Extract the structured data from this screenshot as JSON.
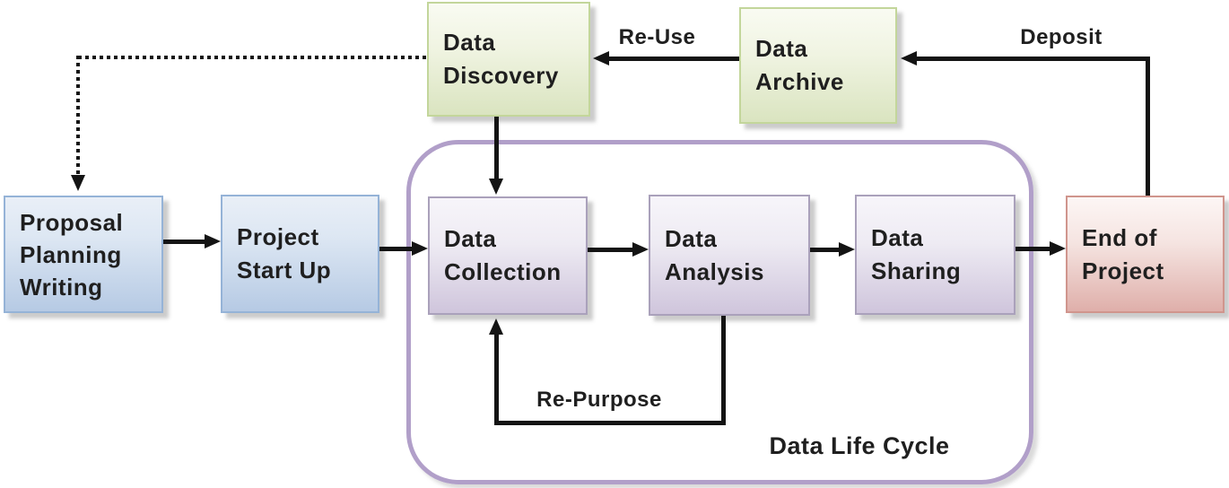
{
  "diagram": {
    "container_label": "Data Life Cycle",
    "nodes": {
      "proposal": {
        "line1": "Proposal",
        "line2": "Planning",
        "line3": "Writing"
      },
      "project_start_up": {
        "line1": "Project",
        "line2": "Start Up"
      },
      "data_collection": {
        "line1": "Data",
        "line2": "Collection"
      },
      "data_analysis": {
        "line1": "Data",
        "line2": "Analysis"
      },
      "data_sharing": {
        "line1": "Data",
        "line2": "Sharing"
      },
      "end_of_project": {
        "line1": "End of",
        "line2": "Project"
      },
      "data_discovery": {
        "line1": "Data",
        "line2": "Discovery"
      },
      "data_archive": {
        "line1": "Data",
        "line2": "Archive"
      }
    },
    "edge_labels": {
      "reuse": "Re-Use",
      "deposit": "Deposit",
      "repurpose": "Re-Purpose"
    },
    "colors": {
      "blue_node_top": "#e9eff7",
      "blue_node_bottom": "#b6cae4",
      "blue_node_border": "#95b3d7",
      "green_node_top": "#f9fbf2",
      "green_node_bottom": "#dae4c0",
      "green_node_border": "#c3d69b",
      "purple_node_top": "#f7f5fa",
      "purple_node_bottom": "#cfc5dc",
      "purple_node_border": "#aaa1bb",
      "pink_node_top": "#fdf6f5",
      "pink_node_bottom": "#dfafaa",
      "pink_node_border": "#d0958d",
      "cycle_border": "#b19fc9",
      "arrow": "#141414",
      "text": "#1f1f1f"
    }
  }
}
